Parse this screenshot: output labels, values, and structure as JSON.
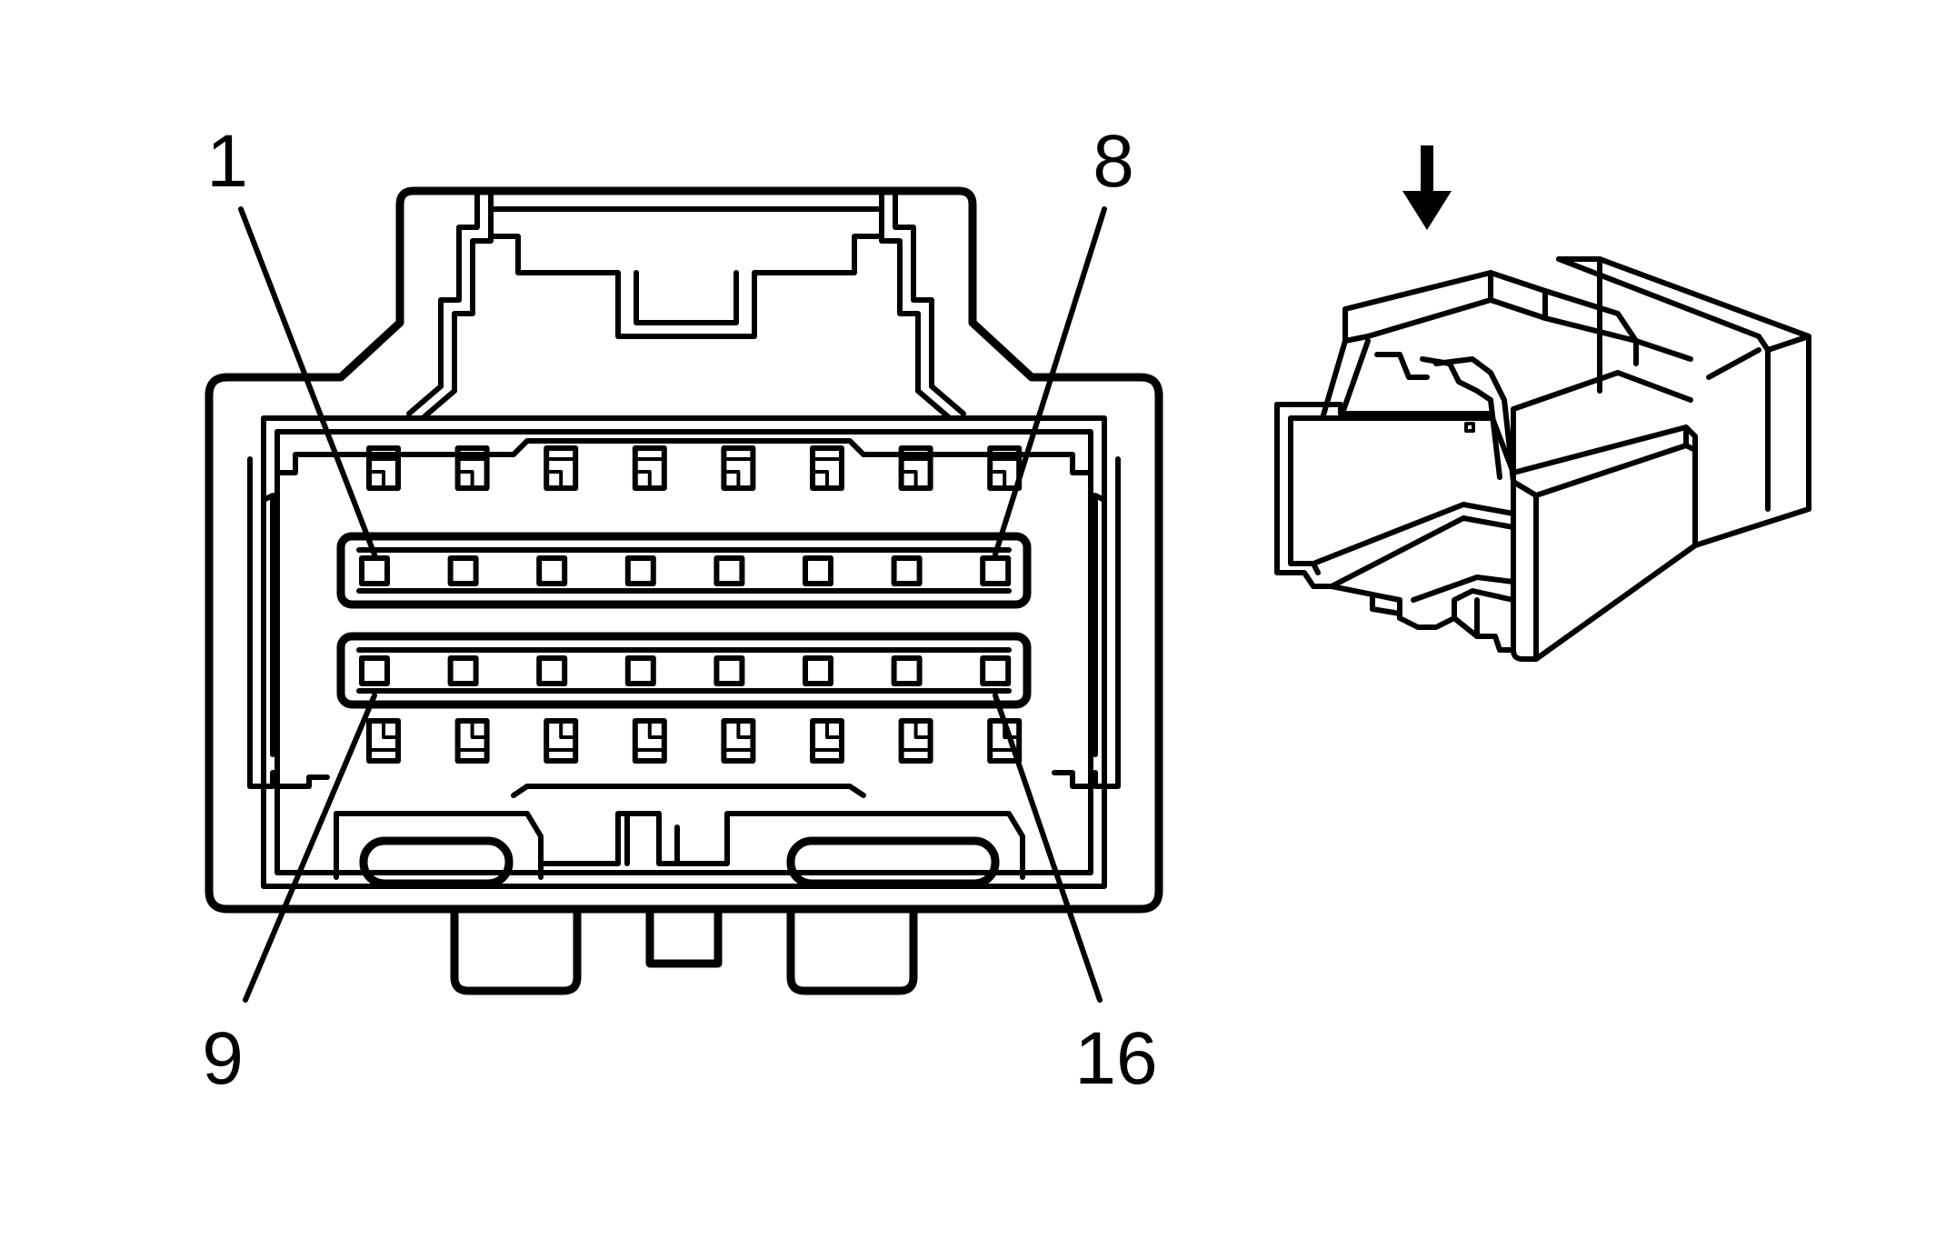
{
  "diagram": {
    "pin_labels": {
      "pin_1": "1",
      "pin_8": "8",
      "pin_9": "9",
      "pin_16": "16"
    },
    "rows": [
      {
        "name": "upper",
        "first_pin": 1,
        "last_pin": 8,
        "count": 8
      },
      {
        "name": "lower",
        "first_pin": 9,
        "last_pin": 16,
        "count": 8
      }
    ],
    "view_arrow_icon": "down-arrow-icon",
    "colors": {
      "line": "#000000",
      "background": "#ffffff"
    }
  }
}
